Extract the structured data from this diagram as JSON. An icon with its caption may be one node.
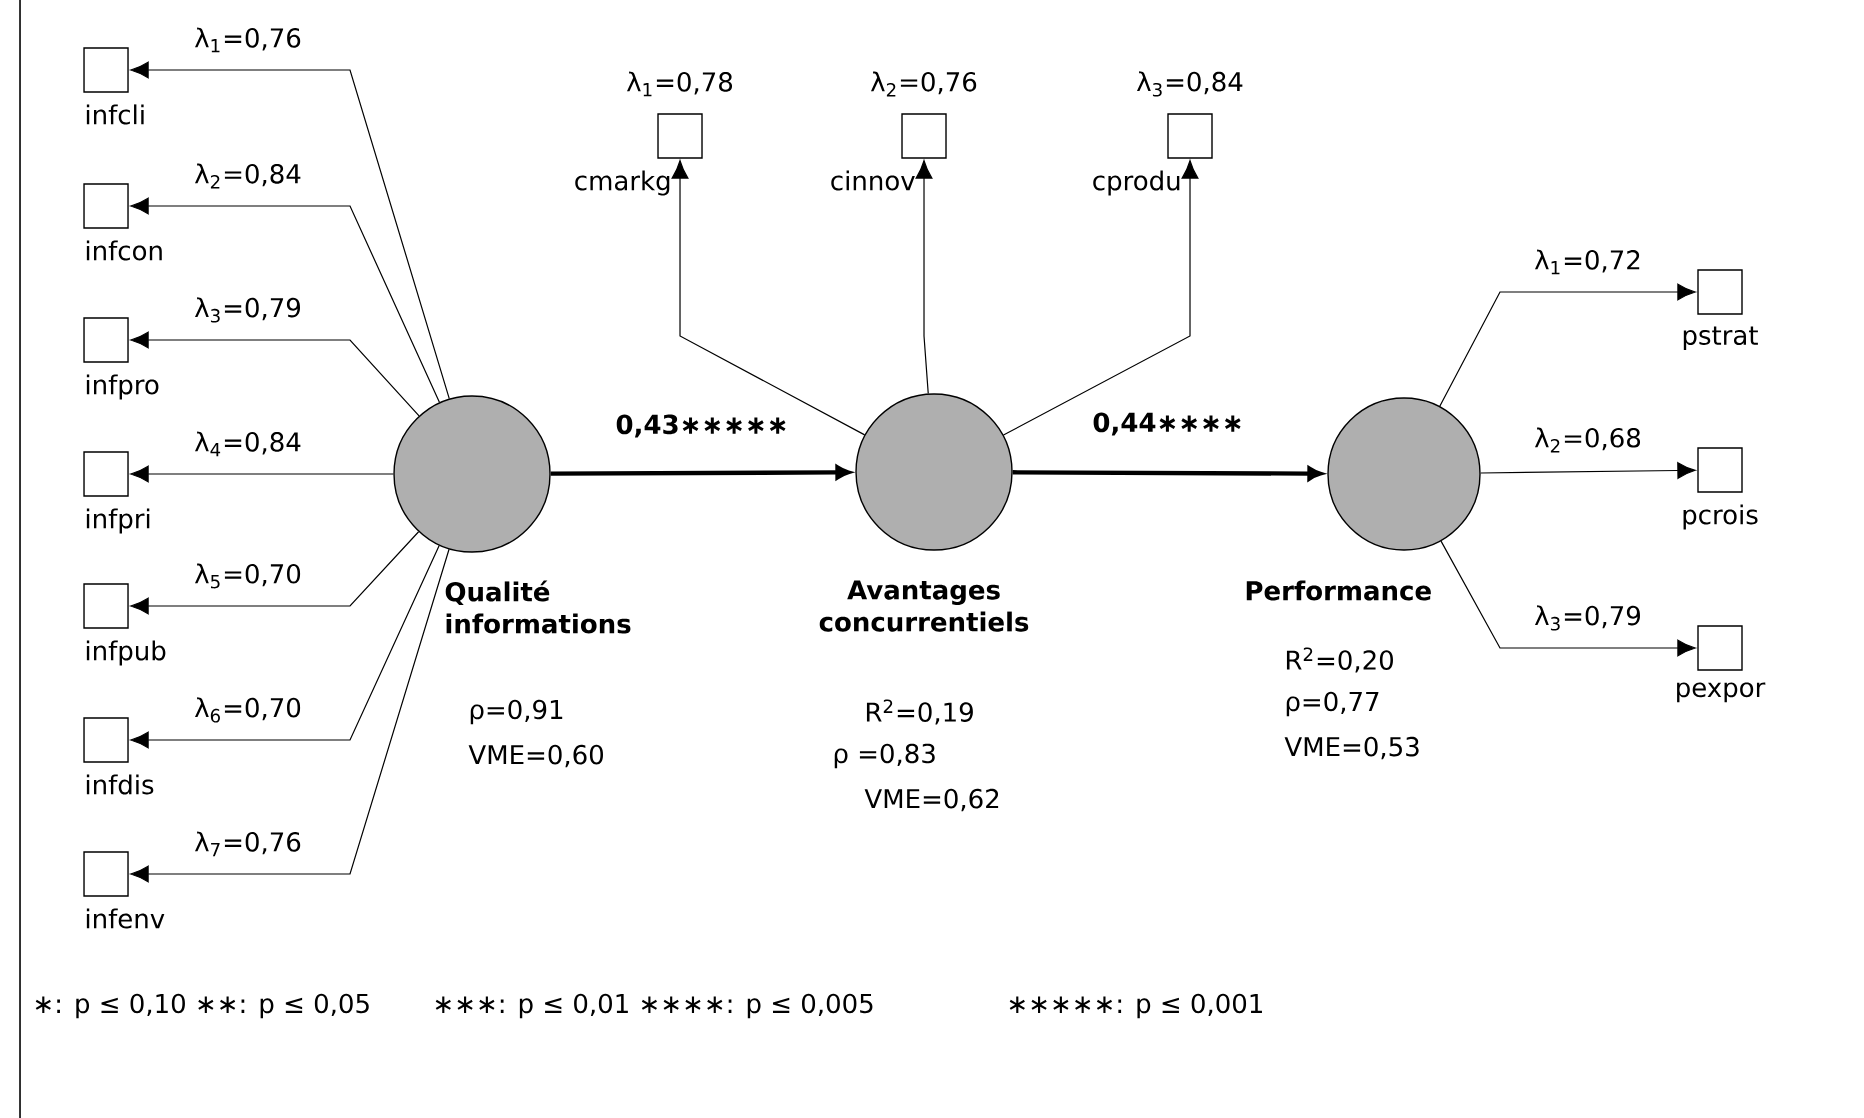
{
  "diagram": {
    "nodes": [
      {
        "text": [
          "Qualité informations"
        ],
        "beside": [
          "ρ=0,91",
          "VME=0,60"
        ]
      },
      {
        "text": [
          "Avantages concurrentiels"
        ],
        "beside": [
          "R$^{2}$=0,19",
          "ρ =0,83",
          "VME=0,62"
        ]
      },
      {
        "text": [
          "Performance"
        ],
        "beside": [
          "R$^{2}$=0,20",
          "ρ=0,77",
          "VME=0,53"
        ]
      },
      {
        "text": [
          "infcli"
        ]
      },
      {
        "text": [
          "infcon"
        ]
      },
      {
        "text": [
          "infpro"
        ]
      },
      {
        "text": [
          "infpri"
        ]
      },
      {
        "text": [
          "infpub"
        ]
      },
      {
        "text": [
          "infdis"
        ]
      },
      {
        "text": [
          "infenv"
        ]
      },
      {
        "text": [
          "cmarkg"
        ]
      },
      {
        "text": [
          "cinnov"
        ]
      },
      {
        "text": [
          "cprodu"
        ]
      },
      {
        "text": [
          "pstrat"
        ]
      },
      {
        "text": [
          "pcrois"
        ]
      },
      {
        "text": [
          "pexpor"
        ]
      }
    ],
    "edges": [
      {
        "from": 0,
        "to": 1,
        "arrow": "to",
        "label": "0,43∗∗∗∗∗",
        "style": "thick"
      },
      {
        "from": 1,
        "to": 2,
        "arrow": "to",
        "label": "0,44∗∗∗∗",
        "style": "thick"
      },
      {
        "from": 0,
        "to": 3,
        "arrow": "to",
        "label": "λ$_{1}$=0,76"
      },
      {
        "from": 0,
        "to": 4,
        "arrow": "to",
        "label": "λ$_{2}$=0,84"
      },
      {
        "from": 0,
        "to": 5,
        "arrow": "to",
        "label": "λ$_{3}$=0,79"
      },
      {
        "from": 0,
        "to": 6,
        "arrow": "to",
        "label": "λ$_{4}$=0,84"
      },
      {
        "from": 0,
        "to": 7,
        "arrow": "to",
        "label": "λ$_{5}$=0,70"
      },
      {
        "from": 0,
        "to": 8,
        "arrow": "to",
        "label": "λ$_{6}$=0,70"
      },
      {
        "from": 0,
        "to": 9,
        "arrow": "to",
        "label": "λ$_{7}$=0,76"
      },
      {
        "from": 1,
        "to": 10,
        "arrow": "to",
        "label": "λ$_{1}$=0,78"
      },
      {
        "from": 1,
        "to": 11,
        "arrow": "to",
        "label": "λ$_{2}$=0,76"
      },
      {
        "from": 1,
        "to": 12,
        "arrow": "to",
        "label": "λ$_{3}$=0,84"
      },
      {
        "from": 2,
        "to": 13,
        "arrow": "to",
        "label": "λ$_{1}$=0,72"
      },
      {
        "from": 2,
        "to": 14,
        "arrow": "to",
        "label": "λ$_{2}$=0,68"
      },
      {
        "from": 2,
        "to": 15,
        "arrow": "to",
        "label": "λ$_{3}$=0,79"
      }
    ],
    "labels": [
      "∗: p ≤ 0,10 ∗∗: p ≤ 0,05",
      "∗∗∗: p ≤ 0,01 ∗∗∗∗: p ≤ 0,005",
      "∗∗∗∗∗: p ≤ 0,001"
    ]
  }
}
